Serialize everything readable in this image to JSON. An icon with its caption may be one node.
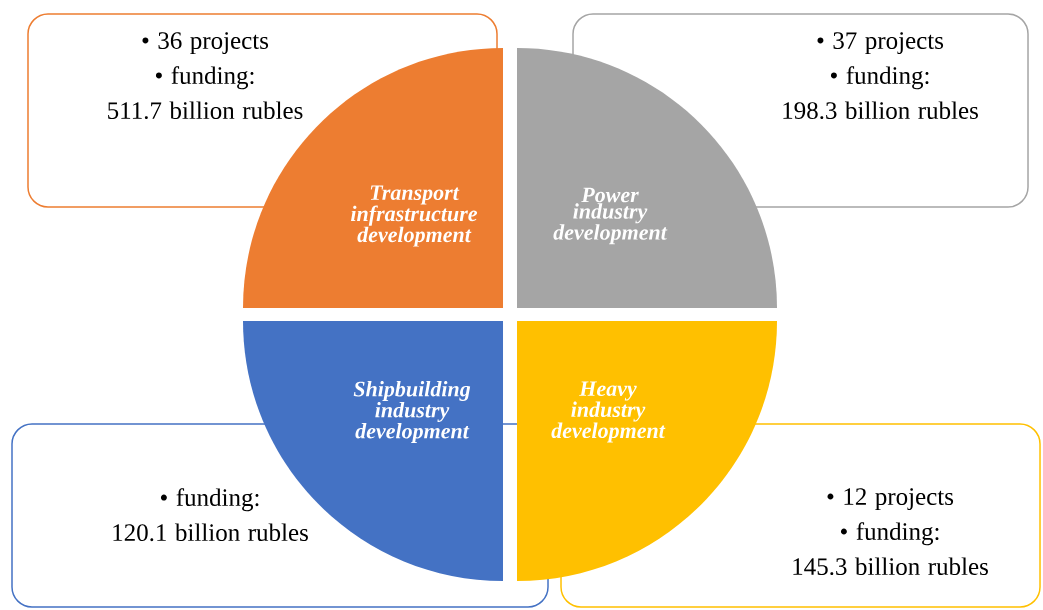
{
  "diagram": {
    "nodes": [
      {
        "text": [
          "• 36 projects",
          "• funding: 511.7 billion rubles"
        ]
      },
      {
        "text": [
          "• 37 projects",
          "• funding: 198.3 billion rubles"
        ]
      },
      {
        "text": [
          "Transport infrastructure development"
        ]
      },
      {
        "text": [
          "Power industry development"
        ]
      },
      {
        "text": [
          "Shipbuilding industry development"
        ]
      },
      {
        "text": [
          "Heavy industry development"
        ]
      },
      {
        "text": [
          "• funding: 120.1 billion rubles"
        ]
      },
      {
        "text": [
          "• 12 projects",
          "• funding: 145.3 billion rubles"
        ]
      }
    ]
  }
}
